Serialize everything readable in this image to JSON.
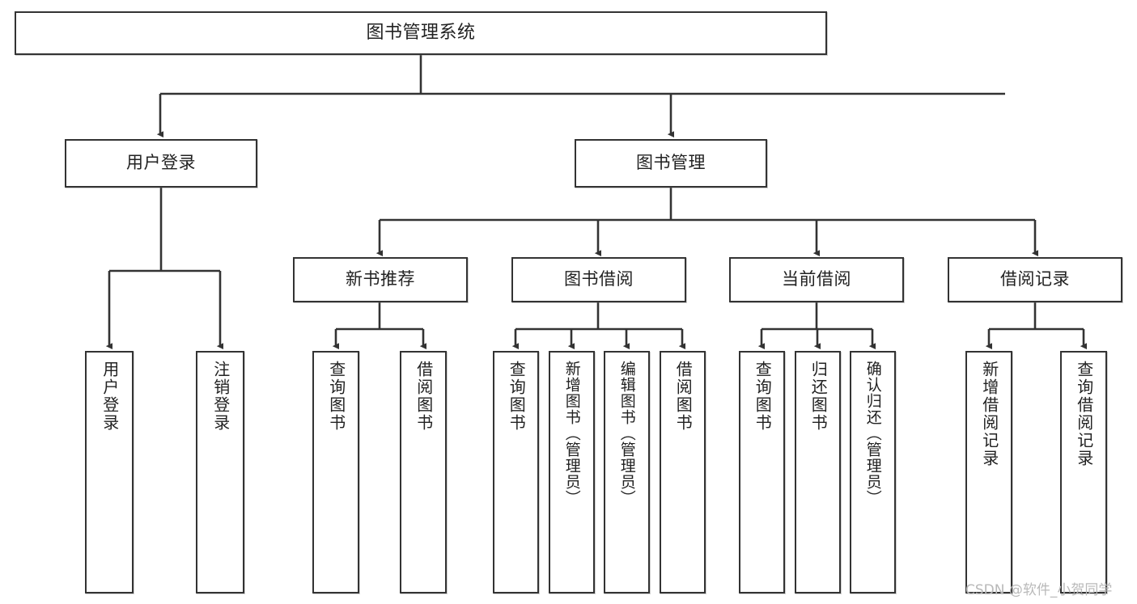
{
  "diagram": {
    "title": "图书管理系统",
    "watermark": "CSDN @软件_小贺同学",
    "stroke_color": "#333333",
    "background_color": "#ffffff",
    "text_color": "#222222"
  },
  "nodes": {
    "root": {
      "label": "图书管理系统"
    },
    "level2": [
      {
        "id": "user-login",
        "label": "用户登录"
      },
      {
        "id": "book-manage",
        "label": "图书管理"
      }
    ],
    "level3": [
      {
        "id": "new-book-rec",
        "label": "新书推荐"
      },
      {
        "id": "book-borrow",
        "label": "图书借阅"
      },
      {
        "id": "current-borrow",
        "label": "当前借阅"
      },
      {
        "id": "borrow-record",
        "label": "借阅记录"
      }
    ],
    "leaves": {
      "user_login": [
        {
          "id": "leaf-user-login",
          "label": "用户登录"
        },
        {
          "id": "leaf-logout-login",
          "label": "注销登录"
        }
      ],
      "new_book_rec": [
        {
          "id": "leaf-query-book-1",
          "label": "查询图书"
        },
        {
          "id": "leaf-borrow-book-1",
          "label": "借阅图书"
        }
      ],
      "book_borrow": [
        {
          "id": "leaf-query-book-2",
          "label": "查询图书"
        },
        {
          "id": "leaf-add-book",
          "label": "新增图书（管理员）"
        },
        {
          "id": "leaf-edit-book",
          "label": "编辑图书（管理员）"
        },
        {
          "id": "leaf-borrow-book-2",
          "label": "借阅图书"
        }
      ],
      "current_borrow": [
        {
          "id": "leaf-query-book-3",
          "label": "查询图书"
        },
        {
          "id": "leaf-return-book",
          "label": "归还图书"
        },
        {
          "id": "leaf-confirm-return",
          "label": "确认归还（管理员）"
        }
      ],
      "borrow_record": [
        {
          "id": "leaf-add-record",
          "label": "新增借阅记录"
        },
        {
          "id": "leaf-query-record",
          "label": "查询借阅记录"
        }
      ]
    }
  }
}
